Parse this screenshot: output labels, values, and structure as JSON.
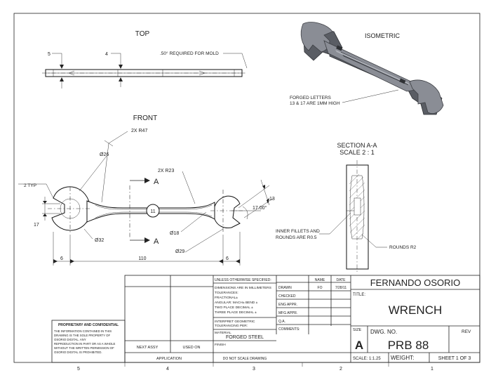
{
  "views": {
    "top": {
      "label": "TOP",
      "dim_left": "5",
      "dim_mid": "4",
      "note": ".50° REQUIRED FOR MOLD"
    },
    "isometric": {
      "label": "ISOMETRIC",
      "note_line1": "FORGED LETTERS",
      "note_line2": "13 & 17 ARE 1MM HIGH"
    },
    "front": {
      "label": "FRONT",
      "radius_top": "2X R47",
      "dia_left_top": "Ø26",
      "typ_label": "2 TYP",
      "jaw_left": "17",
      "dia_left_bottom": "Ø32",
      "radius_mid": "2X R23",
      "section_marker": "A",
      "center_dia": "11",
      "dia_center_bottom": "Ø18",
      "dia_right_bottom": "Ø29",
      "jaw_right": "13",
      "angle": "17.00°",
      "dim_bottom_left": "6",
      "dim_bottom_total": "110",
      "dim_bottom_right": "6"
    },
    "section": {
      "title_line1": "SECTION A-A",
      "title_line2": "SCALE 2 : 1",
      "fillet_note_line1": "INNER FILLETS AND",
      "fillet_note_line2": "ROUNDS ARE R0.5",
      "rounds_note": "ROUNDS R2"
    }
  },
  "title_block": {
    "tolerance_header": "UNLESS OTHERWISE SPECIFIED:",
    "tolerance_lines": [
      "DIMENSIONS ARE IN MILLIMETERS",
      "TOLERANCES:",
      "FRACTIONAL±",
      "ANGULAR: MACH±    BEND ±",
      "TWO PLACE DECIMAL   ±",
      "THREE PLACE DECIMAL  ±"
    ],
    "interpret_lines": [
      "INTERPRET GEOMETRIC",
      "TOLERANCING PER:"
    ],
    "material_label": "MATERIAL",
    "material_value": "FORGED STEEL",
    "finish_label": "FINISH",
    "do_not_scale": "DO NOT SCALE DRAWING",
    "name_header": "NAME",
    "date_header": "DATE",
    "roles": [
      "DRAWN",
      "CHECKED",
      "ENG APPR.",
      "MFG APPR.",
      "Q.A.",
      "COMMENTS:"
    ],
    "drawn_name": "FO",
    "drawn_date": "7/28/11",
    "company": "FERNANDO OSORIO",
    "title_label": "TITLE:",
    "title_value": "WRENCH",
    "size_label": "SIZE",
    "size_value": "A",
    "dwg_label": "DWG.  NO.",
    "dwg_value": "PRB 88",
    "rev_label": "REV",
    "scale_text": "SCALE: 1:1.25",
    "weight_text": "WEIGHT:",
    "sheet_text": "SHEET 1 OF 3",
    "next_assy": "NEXT ASSY",
    "used_on": "USED ON",
    "application": "APPLICATION",
    "proprietary_title": "PROPRIETARY AND CONFIDENTIAL",
    "proprietary_lines": [
      "THE INFORMATION CONTAINED IN THIS",
      "DRAWING IS THE SOLE PROPERTY OF",
      "OSORIO DIGITAL.  ANY",
      "REPRODUCTION IN PART OR AS A WHOLE",
      "WITHOUT THE WRITTEN PERMISSION OF",
      "OSORIO DIGITAL IS PROHIBITED."
    ]
  },
  "zones": [
    "5",
    "4",
    "3",
    "2",
    "1"
  ]
}
